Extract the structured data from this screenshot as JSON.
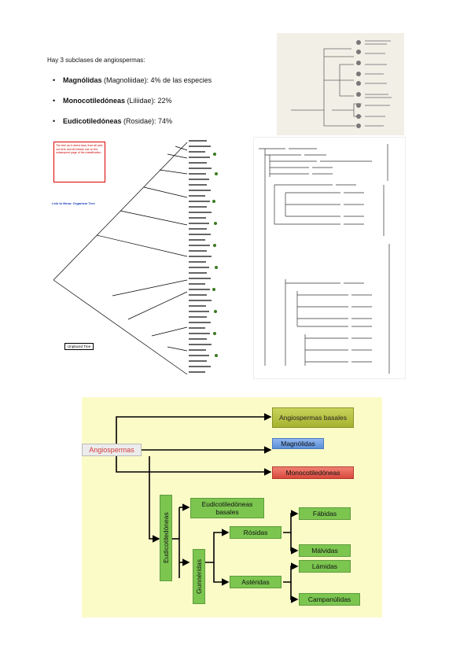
{
  "intro": "Hay 3 subclases de angiospermas:",
  "bullets": [
    {
      "bold": "Magnólidas",
      "rest": " (Magnoliidae): 4% de las especies"
    },
    {
      "bold": "Monocotiledóneas",
      "rest": " (Liliidae): 22%"
    },
    {
      "bold": "Eudicotiledóneas",
      "rest": " (Rosidae): 74%"
    }
  ],
  "tree_of_life_thumb": {
    "link_text": "Link to Mesa: Organism Tree",
    "unplaced": "Unplaced Tree",
    "note": "The tree as in direct taxa, from all sets out here and all follows one on the subsequent page of the classification"
  },
  "diagram": {
    "root": "Angiospermas",
    "basal": "Angiospermas basales",
    "magnolidas": "Magnólidas",
    "monocot": "Monocotiledóneas",
    "eudicot": "Eudicotiledóneas",
    "eudicot_basal": "Eudicotiledóneas basales",
    "gunneridas": "Gunnéridas",
    "rosidas": "Rósidas",
    "asteridas": "Astéridas",
    "fabidas": "Fábidas",
    "malvidas": "Málvidas",
    "lamidas": "Lámidas",
    "campanulidas": "Campanúlidas"
  },
  "colors": {
    "diagram_bg": "#fbfbc8",
    "node_green": "#7cc650",
    "root_text": "#d23c3c"
  }
}
